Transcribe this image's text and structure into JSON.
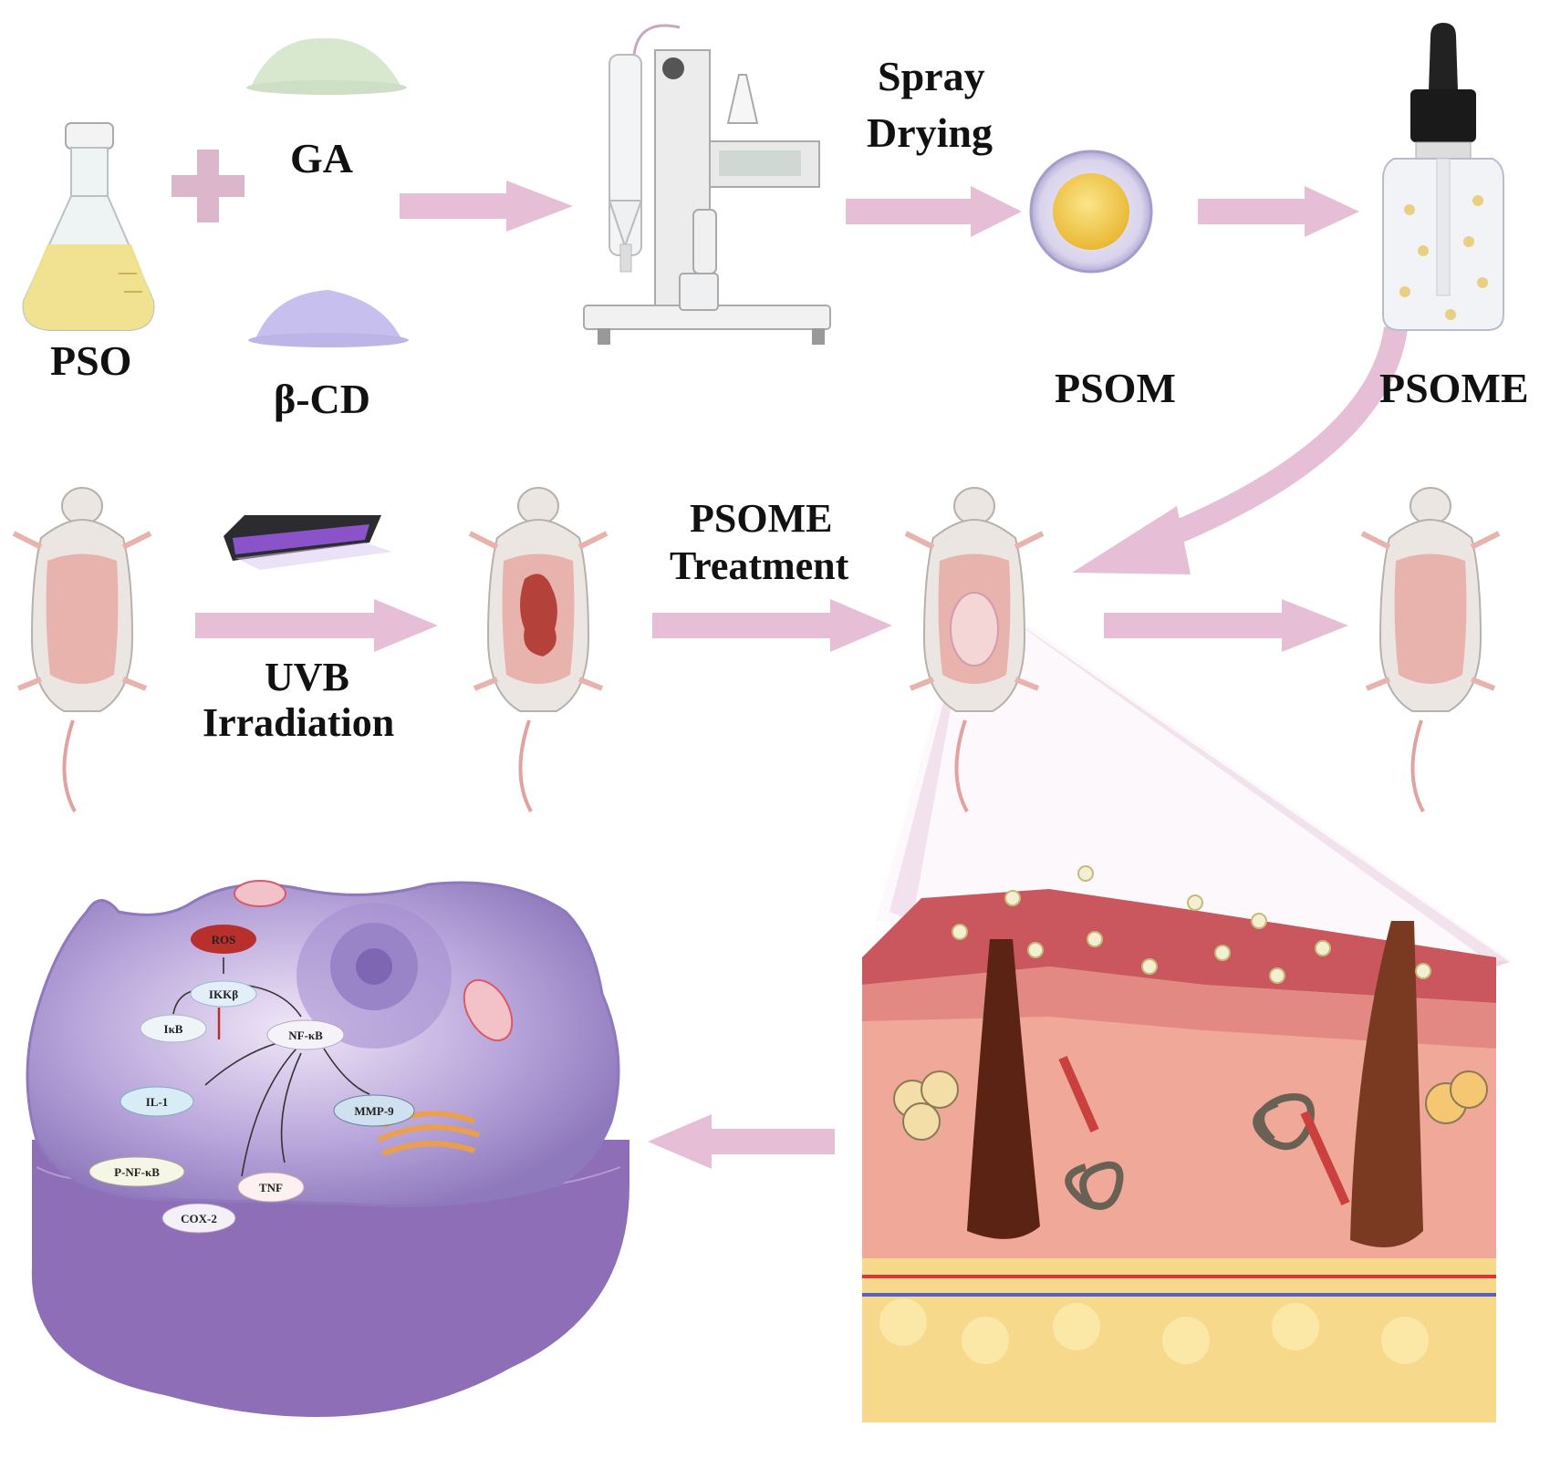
{
  "labels": {
    "pso": "PSO",
    "ga": "GA",
    "bcd": "β-CD",
    "spray_drying_1": "Spray",
    "spray_drying_2": "Drying",
    "psom": "PSOM",
    "psome": "PSOME",
    "uvb_1": "UVB",
    "uvb_2": "Irradiation",
    "treat_1": "PSOME",
    "treat_2": "Treatment"
  },
  "pathway": {
    "ros": "ROS",
    "ikkb": "IKKβ",
    "ikb": "IκB",
    "nfkb": "NF-κB",
    "il1": "IL-1",
    "mmp9": "MMP-9",
    "pnfkb": "P-NF-κB",
    "tnf": "TNF",
    "cox2": "COX-2"
  },
  "colors": {
    "arrow": "#e6bfd6",
    "cell": "#9b85c4",
    "oil": "#f2e08a",
    "skin": "#f2a79a",
    "mouse": "#ece6e2",
    "belly": "#e8b2ad"
  }
}
